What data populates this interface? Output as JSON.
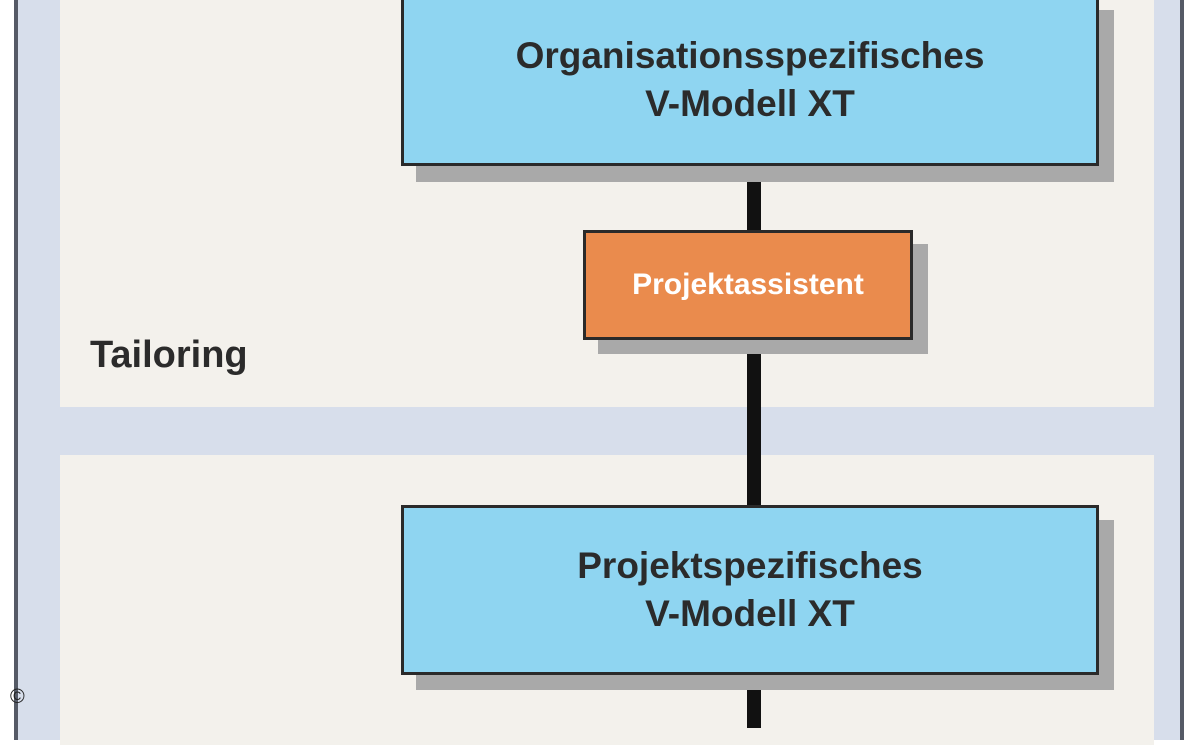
{
  "diagram": {
    "top_box": "Organisationsspezifisches\nV-Modell XT",
    "middle_box": "Projektassistent",
    "bottom_box": "Projektspezifisches\nV-Modell XT",
    "side_label": "Tailoring",
    "copyright": "©"
  },
  "colors": {
    "frame_background": "#d7deeb",
    "panel_background": "#f3f1ec",
    "blue_box": "#8fd5f1",
    "orange_box": "#ea8b4d",
    "border": "#2a2a2a",
    "connector": "#111111"
  }
}
